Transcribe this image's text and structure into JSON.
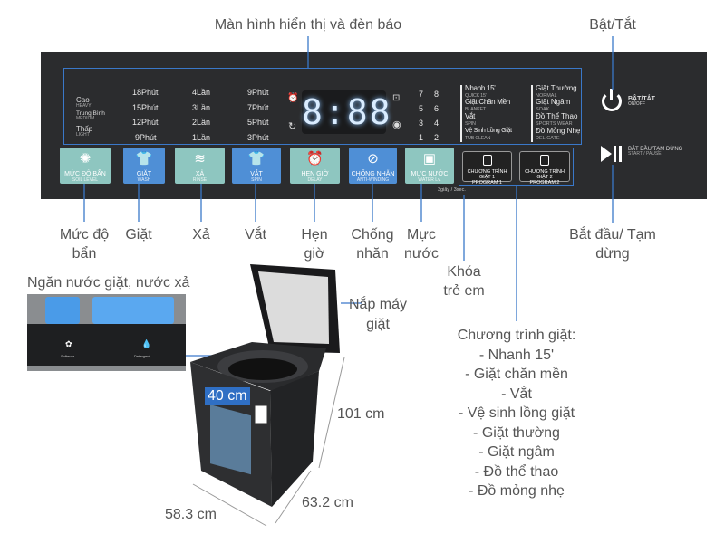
{
  "title": "Màn hình hiển thị và đèn báo",
  "power_label": "Bật/Tắt",
  "start_label": "Bắt đầu/ Tạm dừng",
  "child_lock_label": "Khóa trẻ em",
  "callouts": [
    "Mức độ bẩn",
    "Giặt",
    "Xả",
    "Vắt",
    "Hẹn giờ",
    "Chống nhăn",
    "Mực nước"
  ],
  "panel": {
    "soil_levels": [
      {
        "vi": "Cao",
        "en": "HEAVY"
      },
      {
        "vi": "Trung Bình",
        "en": "MEDIUM"
      },
      {
        "vi": "Thấp",
        "en": "LIGHT"
      }
    ],
    "wash_times": [
      "18Phút",
      "15Phút",
      "12Phút",
      "9Phút"
    ],
    "rinse_counts": [
      "4Lần",
      "3Lần",
      "2Lần",
      "1Lần"
    ],
    "spin_times": [
      "9Phút",
      "7Phút",
      "5Phút",
      "3Phút"
    ],
    "display": "8:88",
    "water_levels": [
      "7",
      "8",
      "5",
      "6",
      "3",
      "4",
      "1",
      "2"
    ],
    "programs": [
      {
        "vi": "Nhanh 15'",
        "en": "QUICK 15'"
      },
      {
        "vi": "Giặt Thường",
        "en": "NORMAL"
      },
      {
        "vi": "Giặt Chăn Mền",
        "en": "BLANKET"
      },
      {
        "vi": "Giặt Ngâm",
        "en": "SOAK"
      },
      {
        "vi": "Vắt",
        "en": "SPIN"
      },
      {
        "vi": "Đồ Thể Thao",
        "en": "SPORTS WEAR"
      },
      {
        "vi": "Vệ Sinh Lồng Giặt",
        "en": "TUB CLEAN"
      },
      {
        "vi": "Đồ Mỏng Nhẹ",
        "en": "DELICATE"
      }
    ],
    "buttons": [
      {
        "vi": "MỨC ĐỘ BẨN",
        "en": "SOIL LEVEL",
        "icon": "soil-icon"
      },
      {
        "vi": "GIẶT",
        "en": "WASH",
        "icon": "wash-icon"
      },
      {
        "vi": "XẢ",
        "en": "RINSE",
        "icon": "rinse-icon"
      },
      {
        "vi": "VẮT",
        "en": "SPIN",
        "icon": "spin-icon"
      },
      {
        "vi": "HẸN GIỜ",
        "en": "DELAY",
        "icon": "alarm-clock-icon"
      },
      {
        "vi": "CHỐNG NHĂN",
        "en": "ANTI-WINDING",
        "icon": "anti-wrinkle-icon"
      },
      {
        "vi": "MỰC NƯỚC",
        "en": "WATER Lv.",
        "icon": "water-level-icon"
      }
    ],
    "program_buttons": [
      {
        "vi": "CHƯƠNG TRÌNH GIẶT 1",
        "en": "PROGRAM 1"
      },
      {
        "vi": "CHƯƠNG TRÌNH GIẶT 2",
        "en": "PROGRAM 2"
      }
    ],
    "lock_hint": "3giây / 3sec.",
    "power": {
      "vi": "BẬT/TẮT",
      "en": "ON/OFF"
    },
    "start": {
      "vi": "BẮT ĐẦU/TẠM DỪNG",
      "en": "START / PAUSE"
    }
  },
  "programs_title": "Chương trình giặt:",
  "programs_list": [
    "- Nhanh 15'",
    "- Giặt chăn mền",
    "- Vắt",
    "- Vệ sinh lồng giặt",
    "- Giặt thường",
    "- Giặt ngâm",
    "- Đồ thể thao",
    "- Đồ mỏng nhẹ"
  ],
  "drawer_label": "Ngăn nước giặt, nước xả",
  "drawer": {
    "softener": "Softener",
    "detergent": "Detergent"
  },
  "lid_label": "Nắp máy giặt",
  "dimensions": {
    "drum": "40 cm",
    "height": "101 cm",
    "depth": "63.2 cm",
    "width": "58.3 cm"
  },
  "colors": {
    "panel": "#2b2c2e",
    "accent": "#3a78c9",
    "teal": "#8ec6c0",
    "blue": "#4f8fd6"
  }
}
